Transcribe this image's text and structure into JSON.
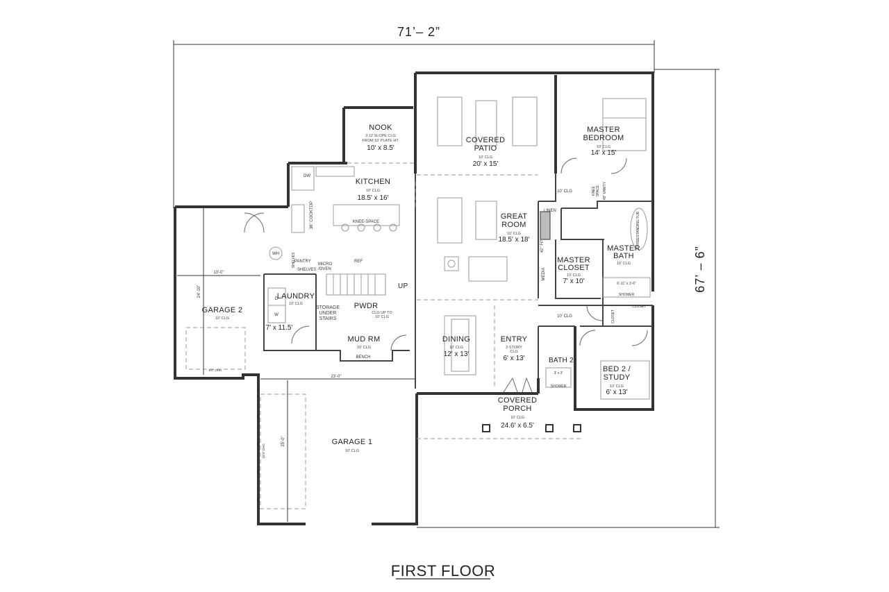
{
  "overall": {
    "width_dim": "71’– 2”",
    "depth_dim": "67’ – 6”",
    "title": "FIRST FLOOR"
  },
  "rooms": {
    "nook": {
      "name": "NOOK",
      "note1": "3:12 SLOPE CLG",
      "note2": "FROM 10' PLATE HT.",
      "size": "10' x 8.5'"
    },
    "covered_patio": {
      "name1": "COVERED",
      "name2": "PATIO",
      "clg": "10' CLG",
      "size": "20' x 15'"
    },
    "master_bedroom": {
      "name1": "MASTER",
      "name2": "BEDROOM",
      "clg": "10' CLG",
      "size": "14' x 15'"
    },
    "kitchen": {
      "name": "KITCHEN",
      "clg": "10' CLG",
      "size": "18.5' x 16'"
    },
    "great_room": {
      "name1": "GREAT",
      "name2": "ROOM",
      "clg": "10' CLG",
      "size": "18.5' x 18'"
    },
    "master_closet": {
      "name1": "MASTER",
      "name2": "CLOSET",
      "clg": "10' CLG",
      "size": "7' x 10'"
    },
    "master_bath": {
      "name1": "MASTER",
      "name2": "BATH",
      "clg": "10' CLG"
    },
    "garage2": {
      "name": "GARAGE 2",
      "clg": "10' CLG"
    },
    "laundry": {
      "name": "LAUNDRY",
      "clg": "10' CLG"
    },
    "pwdr": {
      "name": "PWDR",
      "note1": "CLG UP TO",
      "note2": "10' CLG"
    },
    "storage": {
      "name1": "STORAGE",
      "name2": "UNDER",
      "name3": "STAIRS"
    },
    "mud_rm": {
      "name": "MUD RM",
      "clg": "10' CLG",
      "size": "7' x 11.5'"
    },
    "dining": {
      "name": "DINING",
      "clg": "10' CLG",
      "size": "12' x 13'"
    },
    "entry": {
      "name": "ENTRY",
      "note1": "2-STORY",
      "note2": "CLG",
      "size": "6' x 13'"
    },
    "bath2": {
      "name": "BATH 2"
    },
    "bed2": {
      "name1": "BED 2 /",
      "name2": "STUDY",
      "clg": "10' CLG",
      "size": "6' x 13'"
    },
    "covered_porch": {
      "name1": "COVERED",
      "name2": "PORCH",
      "clg": "10' CLG",
      "size": "24.6' x 6.5'"
    },
    "garage1": {
      "name": "GARAGE 1",
      "clg": "10' CLG"
    }
  },
  "labels": {
    "dw": "DW",
    "cooktop": "36\" COOKTOP",
    "knee_space": "KNEE-SPACE",
    "pantry": "PANTRY",
    "shelves": "SHELVES",
    "shelves2": "SHELVES",
    "micro": "MICRO",
    "oven": "/OVEN",
    "ref": "REF",
    "up": "UP",
    "wh": "WH",
    "d": "D",
    "w": "W",
    "bench": "BENCH",
    "linen": "LINEN",
    "fp": "42\" FP",
    "media": "MEDIA",
    "clg10_a": "10' CLG",
    "clg10_b": "10' CLG",
    "knee_space2a": "KNEE",
    "knee_space2b": "SPACE",
    "vanity": "48\" VANITY",
    "tub": "FREESTANDING TUB",
    "shower_dim": "6'-11\" x 3'-6\"",
    "shower": "SHOWER",
    "closet_a": "CLOSET",
    "closet_b": "CLOSET",
    "shower2_dim": "3' x 3'",
    "shower2": "SHOWER",
    "g2_width": "13'-0\"",
    "g2_depth": "24'-10\"",
    "g2_door": "9'0\" OHD",
    "g1_width": "23'-0\"",
    "g1_depth": "25'-0\"",
    "g1_door": "15'0\" OHD"
  }
}
